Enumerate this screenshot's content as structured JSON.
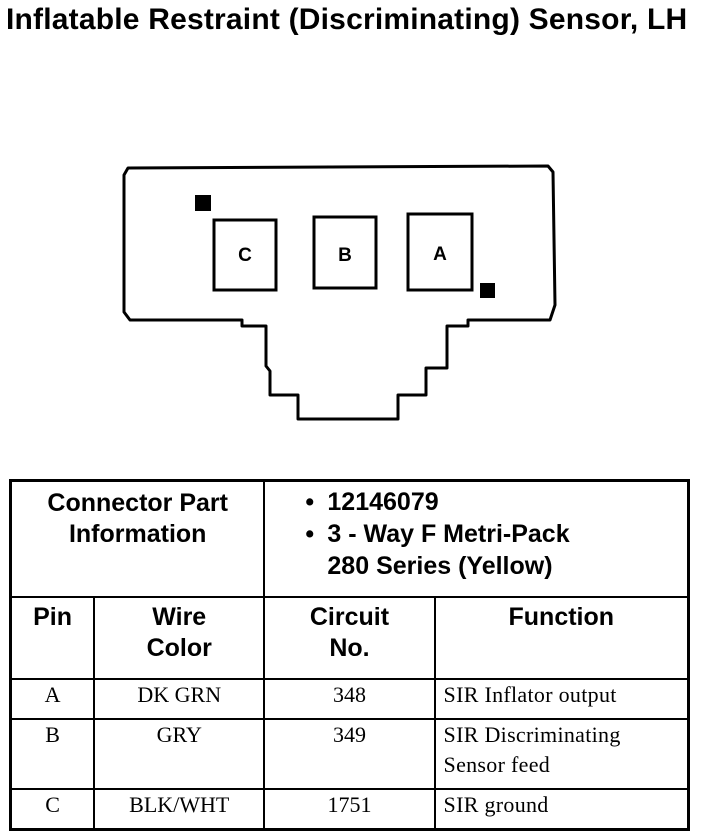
{
  "title": "Inflatable Restraint (Discriminating) Sensor, LH",
  "connector": {
    "pins": [
      "C",
      "B",
      "A"
    ]
  },
  "connector_info": {
    "label_line1": "Connector Part",
    "label_line2": "Information",
    "part_number": "12146079",
    "desc_line1": "3 - Way F Metri-Pack",
    "desc_line2": "280 Series (Yellow)"
  },
  "table": {
    "headers": {
      "pin": "Pin",
      "wire_color_1": "Wire",
      "wire_color_2": "Color",
      "circuit_1": "Circuit",
      "circuit_2": "No.",
      "function": "Function"
    },
    "rows": [
      {
        "pin": "A",
        "wire": "DK GRN",
        "circuit": "348",
        "function_1": "SIR Inflator output",
        "function_2": ""
      },
      {
        "pin": "B",
        "wire": "GRY",
        "circuit": "349",
        "function_1": "SIR Discriminating",
        "function_2": "Sensor feed"
      },
      {
        "pin": "C",
        "wire": "BLK/WHT",
        "circuit": "1751",
        "function_1": "SIR ground",
        "function_2": ""
      }
    ]
  }
}
